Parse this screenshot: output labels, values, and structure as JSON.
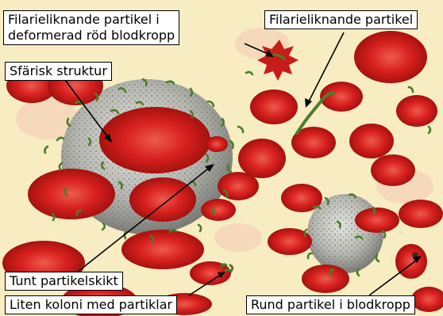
{
  "labels": {
    "filarial_deformed": {
      "line1": "Filarieliknande partikel i",
      "line2": "deformerad röd blodkropp"
    },
    "filarial": "Filarieliknande partikel",
    "spherical": "Sfärisk struktur",
    "thin_layer": "Tunt partikelskikt",
    "small_colony": "Liten koloni med partiklar",
    "round_particle": "Rund partikel i blodkropp"
  },
  "colors": {
    "background": "#f7ecc2",
    "red_cell": "#d8211f",
    "red_cell_dark": "#a5120f",
    "red_cell_center": "#ec5b4e",
    "sphere": "#b7b7b2",
    "particle": "#4c7d2c",
    "label_border": "#000000",
    "arrow": "#000000"
  }
}
